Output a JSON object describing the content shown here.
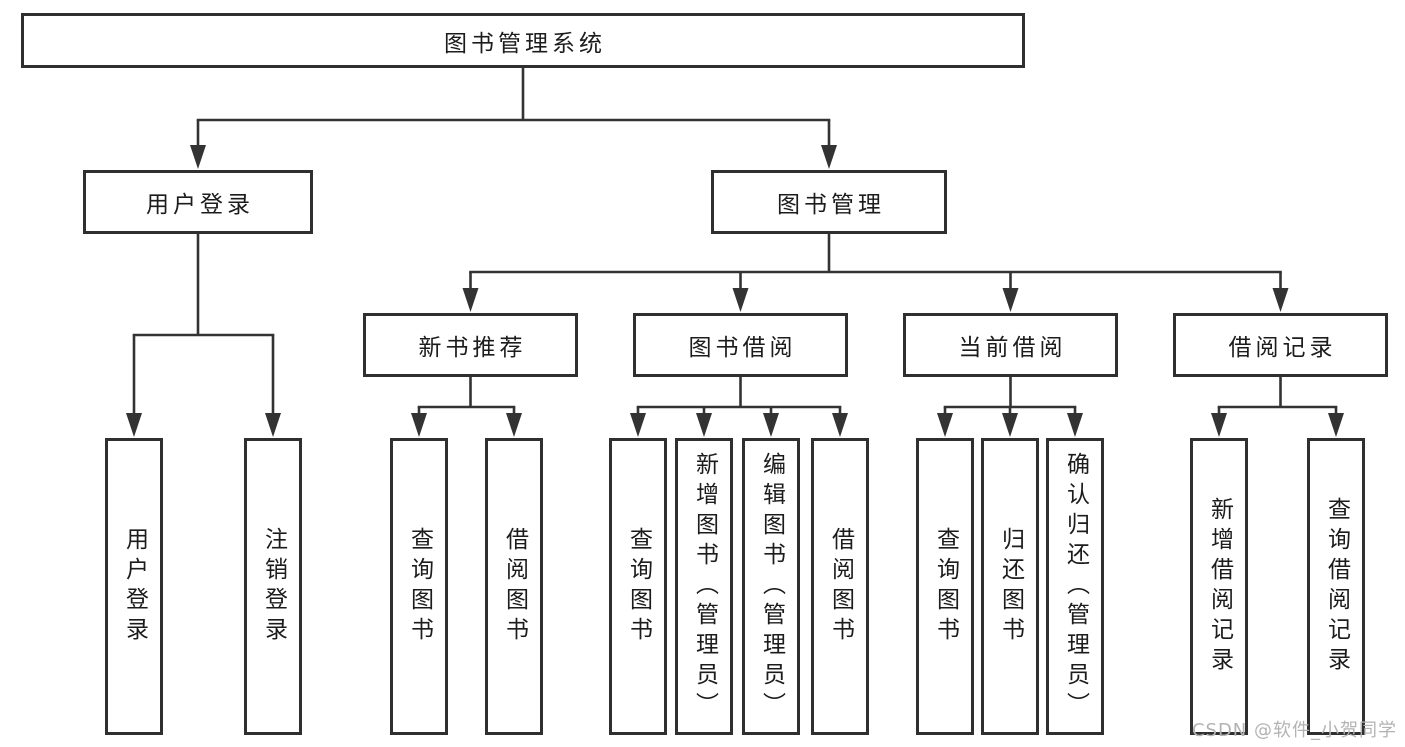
{
  "page": {
    "background": "#ffffff"
  },
  "colors": {
    "line": "#333333",
    "box_border": "#2f2f2f",
    "box_fill": "#ffffff",
    "text": "#1c1c1c",
    "watermark": "#b3b3b3",
    "background": "#ffffff"
  },
  "watermark": {
    "text": "CSDN @软件_小贺同学"
  },
  "diagram": {
    "type": "hierarchy-tree",
    "title": "图书管理系统",
    "nodes": [
      {
        "id": "root",
        "label": "图书管理系统",
        "level": 1,
        "orientation": "horizontal",
        "parent": null
      },
      {
        "id": "user-login",
        "label": "用户登录",
        "level": 2,
        "orientation": "horizontal",
        "parent": "root"
      },
      {
        "id": "book-management",
        "label": "图书管理",
        "level": 2,
        "orientation": "horizontal",
        "parent": "root"
      },
      {
        "id": "new-book-recommend",
        "label": "新书推荐",
        "level": 3,
        "orientation": "horizontal",
        "parent": "book-management"
      },
      {
        "id": "book-borrow",
        "label": "图书借阅",
        "level": 3,
        "orientation": "horizontal",
        "parent": "book-management"
      },
      {
        "id": "current-borrow",
        "label": "当前借阅",
        "level": 3,
        "orientation": "horizontal",
        "parent": "book-management"
      },
      {
        "id": "borrow-records",
        "label": "借阅记录",
        "level": 3,
        "orientation": "horizontal",
        "parent": "book-management"
      },
      {
        "id": "leaf-user-login",
        "label": "用户登录",
        "level": 4,
        "orientation": "vertical",
        "parent": "user-login"
      },
      {
        "id": "leaf-logout",
        "label": "注销登录",
        "level": 4,
        "orientation": "vertical",
        "parent": "user-login"
      },
      {
        "id": "leaf-query-book-1",
        "label": "查询图书",
        "level": 4,
        "orientation": "vertical",
        "parent": "new-book-recommend"
      },
      {
        "id": "leaf-borrow-book-1",
        "label": "借阅图书",
        "level": 4,
        "orientation": "vertical",
        "parent": "new-book-recommend"
      },
      {
        "id": "leaf-query-book-2",
        "label": "查询图书",
        "level": 4,
        "orientation": "vertical",
        "parent": "book-borrow"
      },
      {
        "id": "leaf-add-book",
        "label": "新增图书（管理员）",
        "level": 4,
        "orientation": "vertical",
        "parent": "book-borrow"
      },
      {
        "id": "leaf-edit-book",
        "label": "编辑图书（管理员）",
        "level": 4,
        "orientation": "vertical",
        "parent": "book-borrow"
      },
      {
        "id": "leaf-borrow-book-2",
        "label": "借阅图书",
        "level": 4,
        "orientation": "vertical",
        "parent": "book-borrow"
      },
      {
        "id": "leaf-query-book-3",
        "label": "查询图书",
        "level": 4,
        "orientation": "vertical",
        "parent": "current-borrow"
      },
      {
        "id": "leaf-return-book",
        "label": "归还图书",
        "level": 4,
        "orientation": "vertical",
        "parent": "current-borrow"
      },
      {
        "id": "leaf-confirm-return",
        "label": "确认归还（管理员）",
        "level": 4,
        "orientation": "vertical",
        "parent": "current-borrow"
      },
      {
        "id": "leaf-add-borrow-record",
        "label": "新增借阅记录",
        "level": 4,
        "orientation": "vertical",
        "parent": "borrow-records"
      },
      {
        "id": "leaf-query-borrow-record",
        "label": "查询借阅记录",
        "level": 4,
        "orientation": "vertical",
        "parent": "borrow-records"
      }
    ]
  }
}
